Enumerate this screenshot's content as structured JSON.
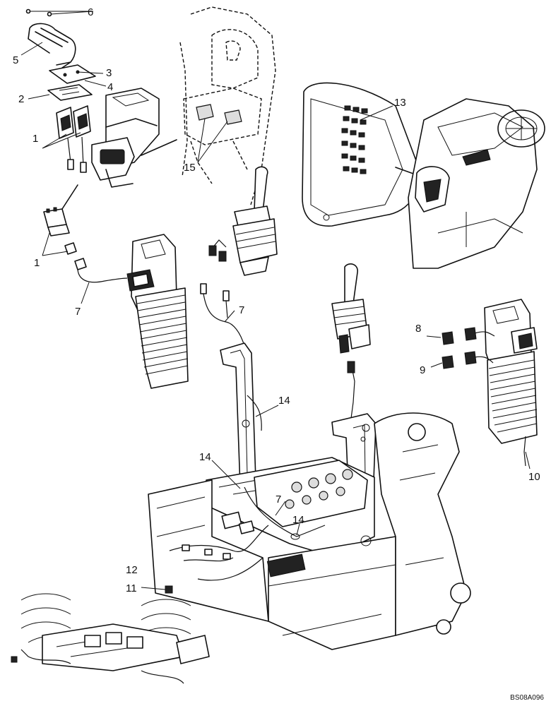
{
  "callouts": {
    "c1a": "1",
    "c1b": "1",
    "c2": "2",
    "c3": "3",
    "c4": "4",
    "c5": "5",
    "c6": "6",
    "c7a": "7",
    "c7b": "7",
    "c7c": "7",
    "c8": "8",
    "c9": "9",
    "c10": "10",
    "c11": "11",
    "c12": "12",
    "c13": "13",
    "c14a": "14",
    "c14b": "14",
    "c14c": "14",
    "c15": "15"
  },
  "reference_code": "BS08A096"
}
